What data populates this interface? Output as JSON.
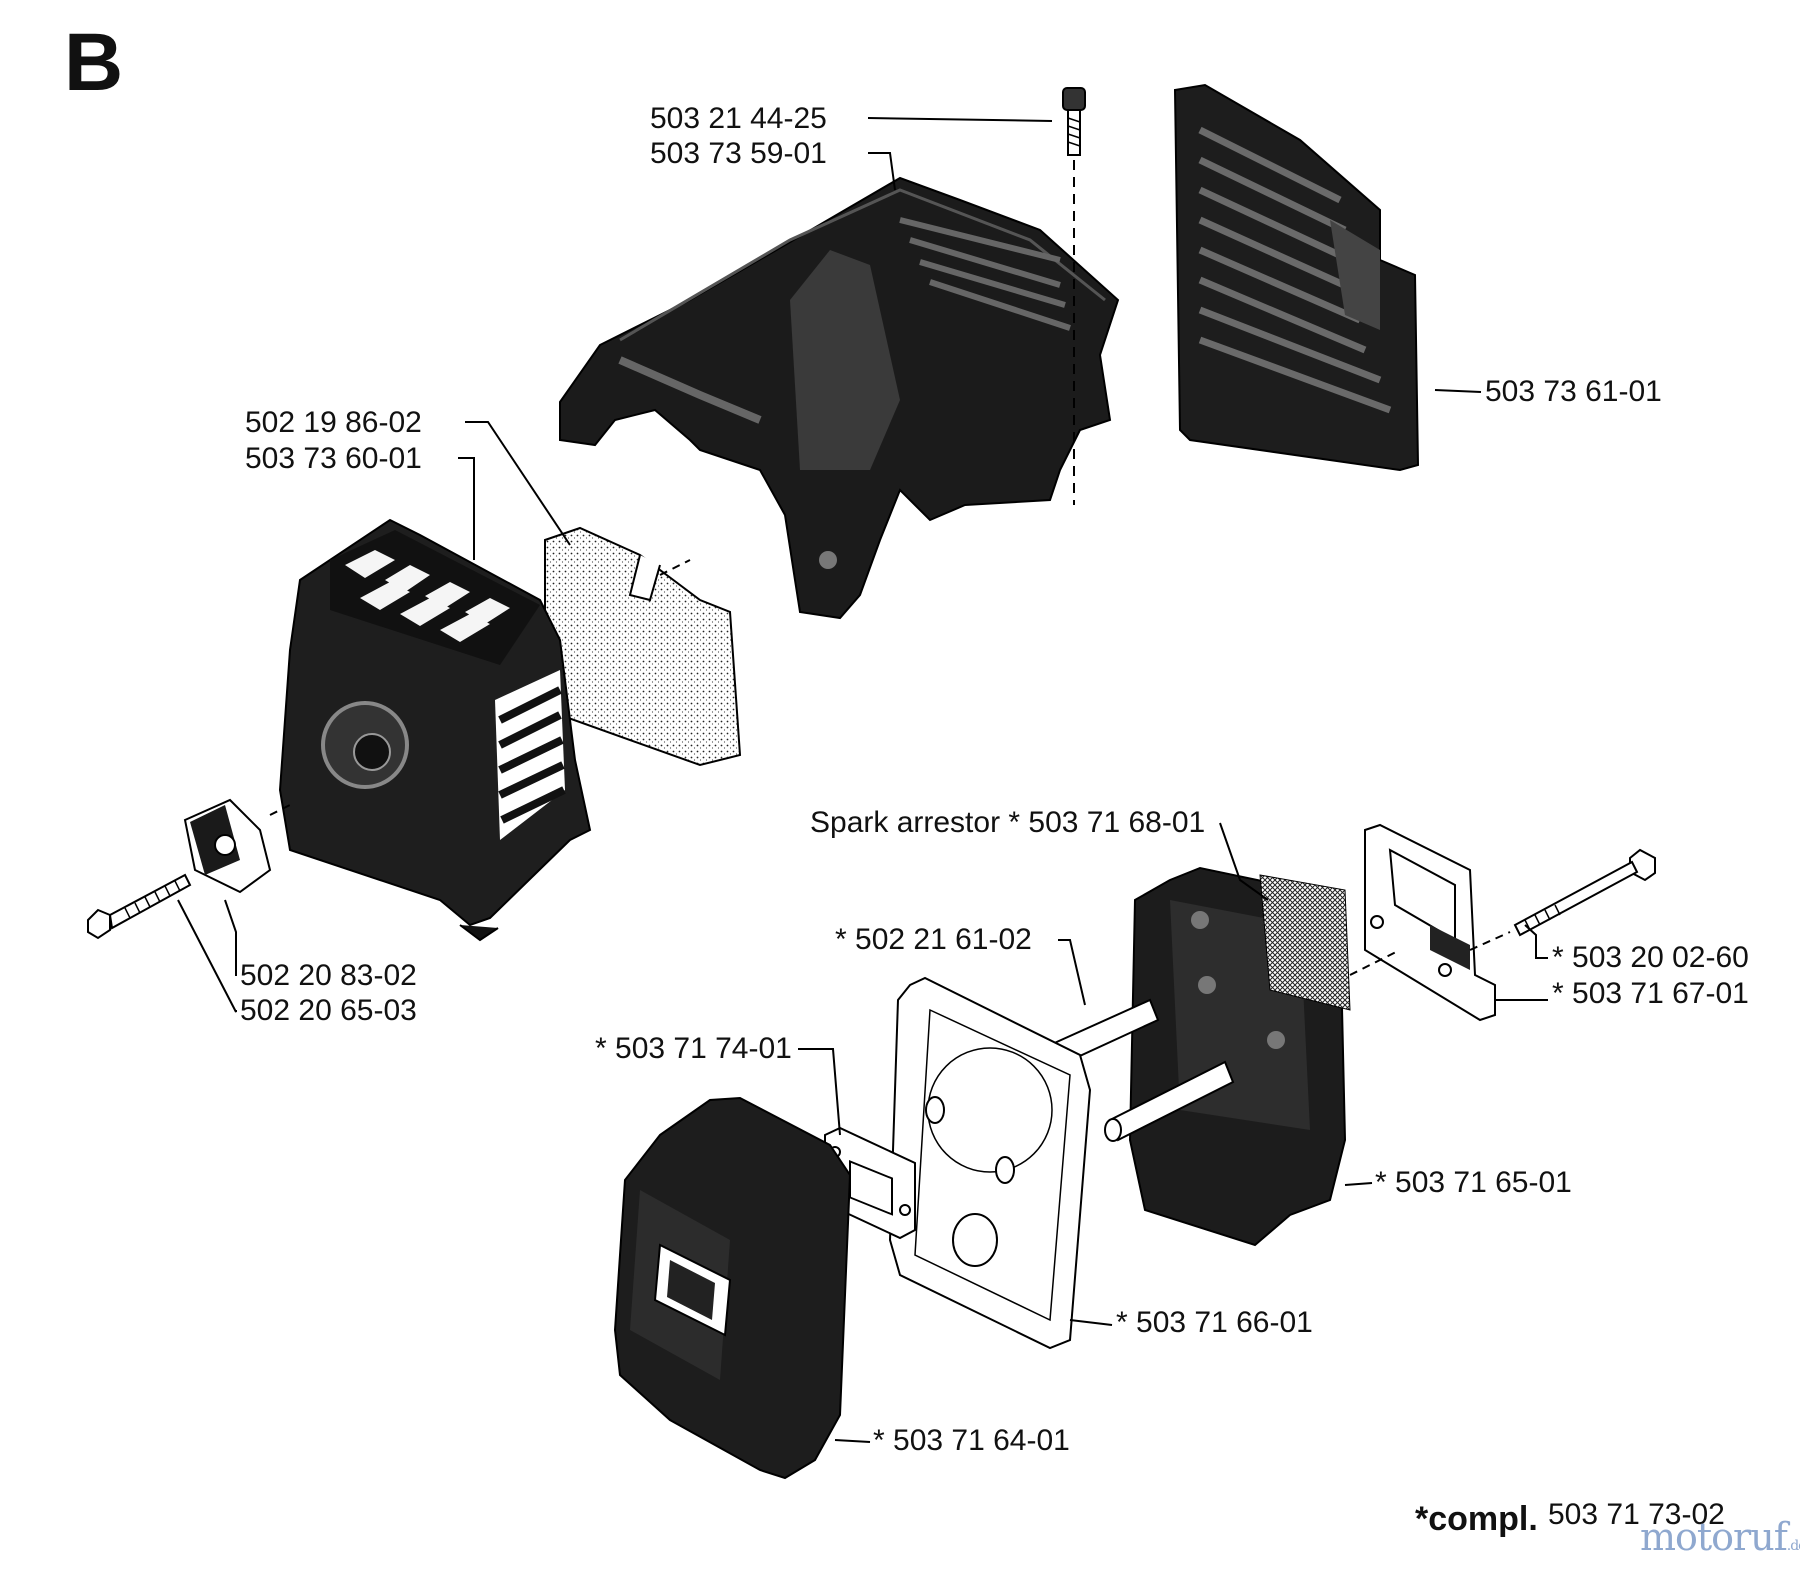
{
  "section": "B",
  "parts": [
    {
      "id": "p1",
      "number": "503 21 44-25"
    },
    {
      "id": "p2",
      "number": "503 73 59-01"
    },
    {
      "id": "p3",
      "number": "503 73 61-01"
    },
    {
      "id": "p4",
      "number": "502 19 86-02"
    },
    {
      "id": "p5",
      "number": "503 73 60-01"
    },
    {
      "id": "p6",
      "number": "502 20 83-02"
    },
    {
      "id": "p7",
      "number": "502 20 65-03"
    },
    {
      "id": "p8",
      "number": "Spark arrestor * 503 71 68-01"
    },
    {
      "id": "p9",
      "number": "* 502 21 61-02"
    },
    {
      "id": "p10",
      "number": "* 503 20 02-60"
    },
    {
      "id": "p11",
      "number": "* 503 71 67-01"
    },
    {
      "id": "p12",
      "number": "* 503 71 74-01"
    },
    {
      "id": "p13",
      "number": "* 503 71 65-01"
    },
    {
      "id": "p14",
      "number": "* 503 71 66-01"
    },
    {
      "id": "p15",
      "number": "* 503 71 64-01"
    }
  ],
  "footer": {
    "compl_label": "*compl.",
    "compl_number": "503 71 73-02"
  },
  "watermark": {
    "text": "motoruf",
    "suffix": ".de",
    "color": "#8fa8cf"
  },
  "colors": {
    "ink": "#111111",
    "paper": "#ffffff"
  }
}
